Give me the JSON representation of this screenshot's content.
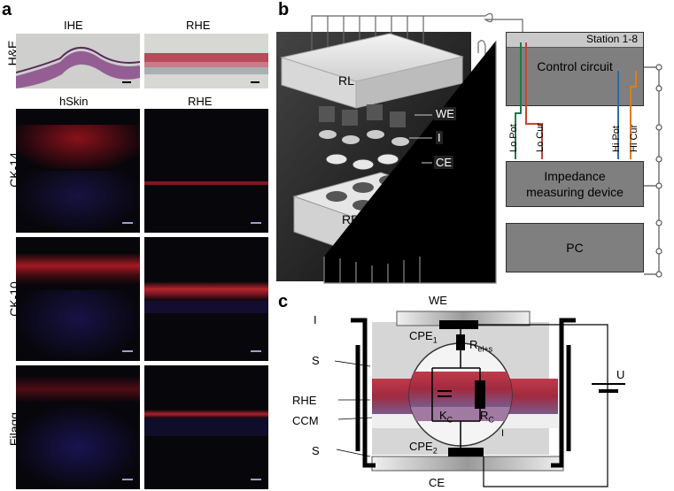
{
  "panel_a": {
    "letter": "a",
    "row_he": "H&E",
    "top_left_title": "IHE",
    "top_right_title": "RHE",
    "mid_left_title": "hSkin",
    "mid_right_title": "RHE",
    "rows": [
      {
        "label": "CK-14"
      },
      {
        "label": "CK-10"
      },
      {
        "label": "Filagg"
      }
    ]
  },
  "panel_b": {
    "letter": "b",
    "rl": "RL",
    "rb": "RB",
    "we": "WE",
    "i": "I",
    "ce": "CE",
    "station": "Station 1-8",
    "control": "Control circuit",
    "impedance_line1": "Impedance",
    "impedance_line2": "measuring device",
    "pc": "PC",
    "wires": [
      {
        "label": "Lo Pot",
        "color": "#1a7a4a"
      },
      {
        "label": "Lo Cur",
        "color": "#c8452c"
      },
      {
        "label": "Hi Pot",
        "color": "#2a6aa8"
      },
      {
        "label": "Hi Cur",
        "color": "#e07b20"
      }
    ]
  },
  "panel_c": {
    "letter": "c",
    "we": "WE",
    "ce": "CE",
    "i_left": "I",
    "i_right": "I",
    "s_top": "S",
    "s_bottom": "S",
    "rhe": "RHE",
    "ccm": "CCM",
    "cpe1": "CPE",
    "cpe1_sub": "1",
    "cpe2": "CPE",
    "cpe2_sub": "2",
    "rel": "R",
    "rel_sub": "el+s",
    "kc": "K",
    "kc_sub": "C",
    "rc": "R",
    "rc_sub": "C",
    "u": "U"
  }
}
